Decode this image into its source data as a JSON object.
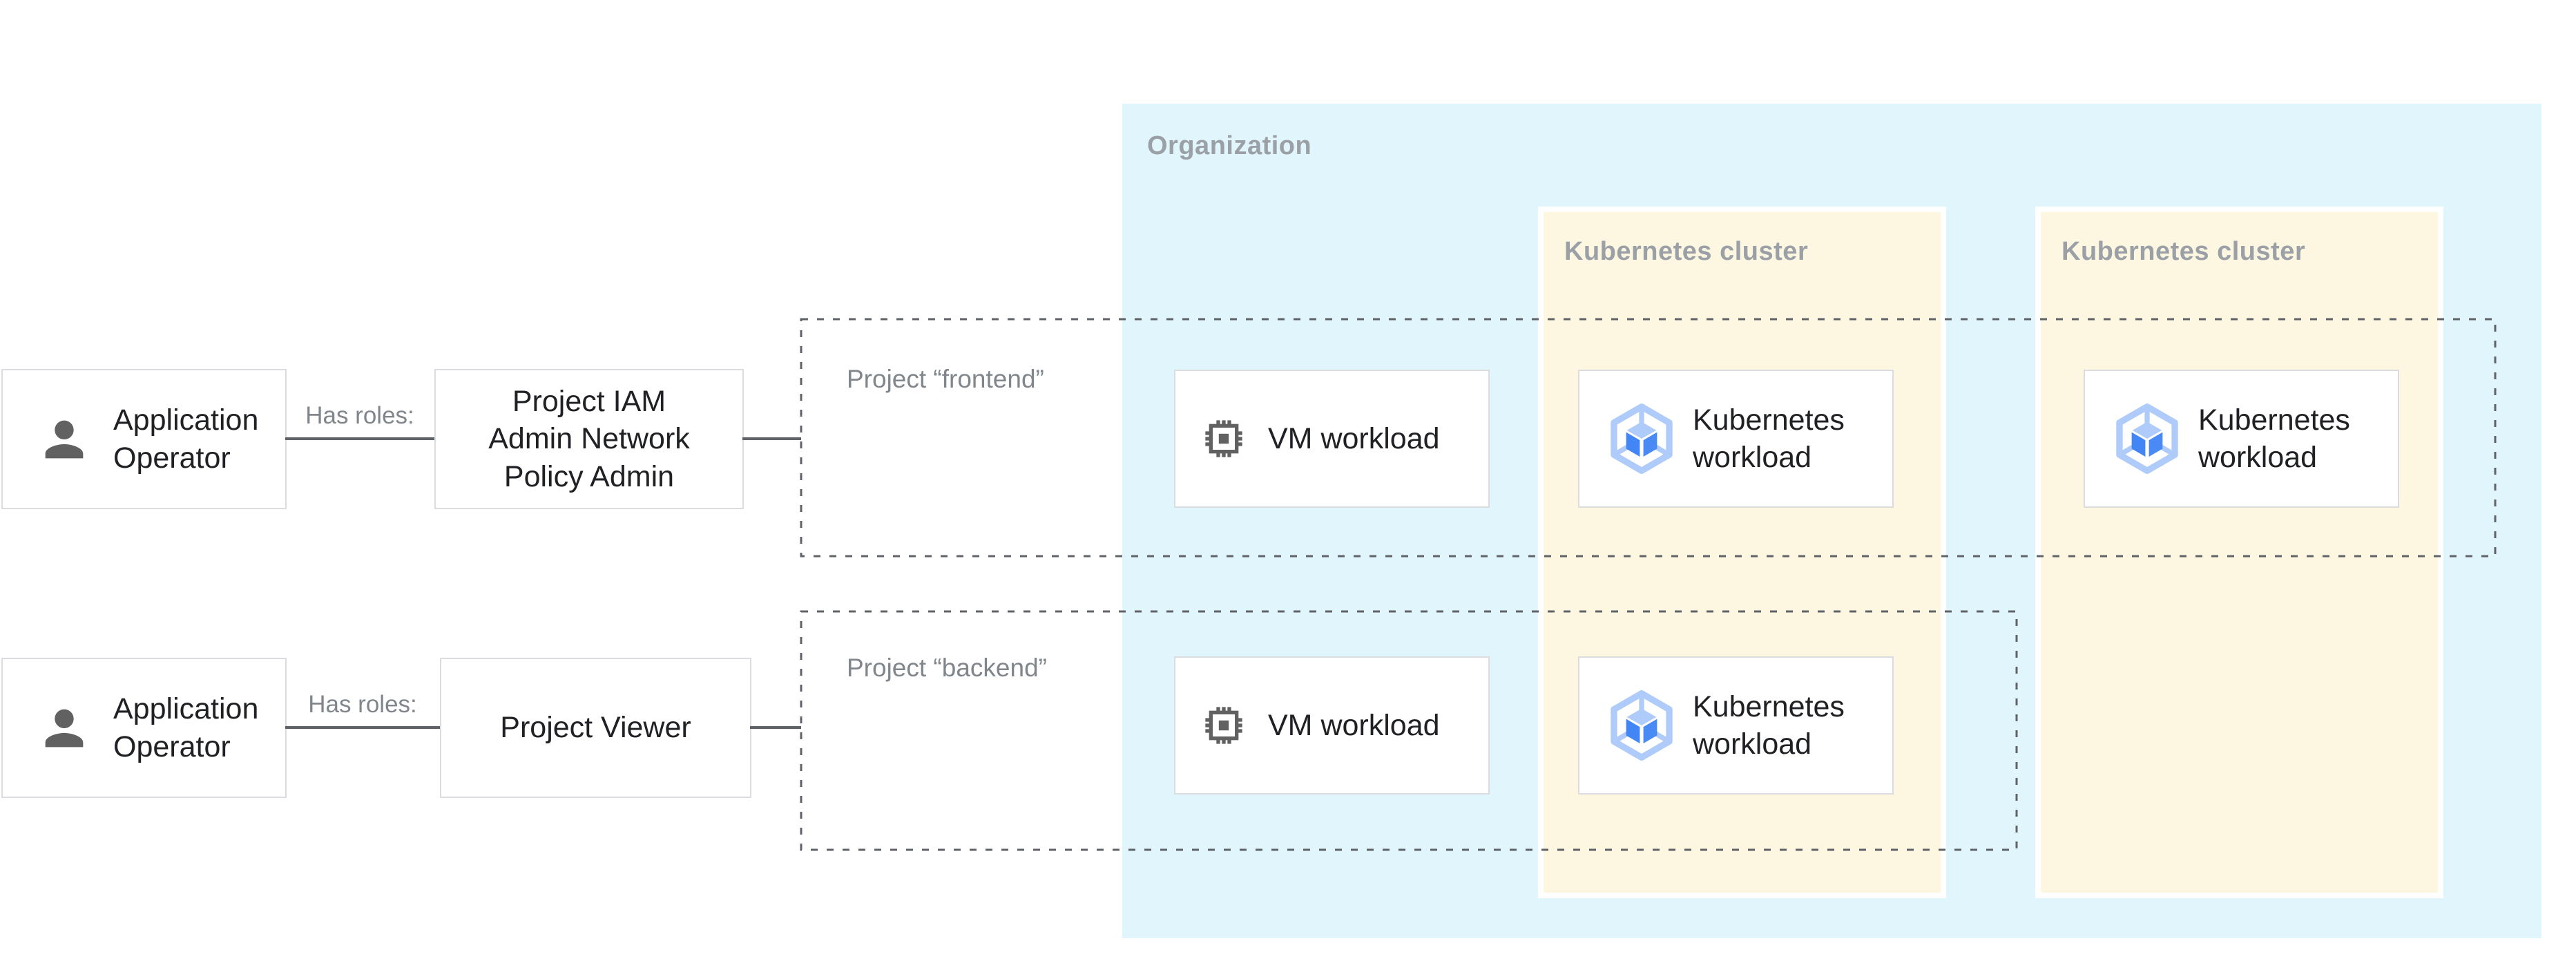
{
  "organization": {
    "label": "Organization"
  },
  "clusters": [
    {
      "label": "Kubernetes cluster"
    },
    {
      "label": "Kubernetes cluster"
    }
  ],
  "actors": [
    {
      "label": "Application Operator",
      "relation": "Has roles:",
      "role": "Project IAM Admin Network Policy Admin"
    },
    {
      "label": "Application Operator",
      "relation": "Has roles:",
      "role": "Project Viewer"
    }
  ],
  "projects": [
    {
      "label": "Project “frontend”",
      "workloads": [
        {
          "type": "vm",
          "label": "VM workload"
        },
        {
          "type": "kubernetes",
          "label": "Kubernetes workload"
        },
        {
          "type": "kubernetes",
          "label": "Kubernetes workload"
        }
      ]
    },
    {
      "label": "Project “backend”",
      "workloads": [
        {
          "type": "vm",
          "label": "VM workload"
        },
        {
          "type": "kubernetes",
          "label": "Kubernetes workload"
        }
      ]
    }
  ],
  "icons": {
    "actor": "person-icon",
    "vm": "chip-icon",
    "kubernetes": "gke-hexagon-icon"
  },
  "colors": {
    "organization_bg": "#e1f6fc",
    "cluster_bg": "#fdf7e2",
    "container_label_gray": "#9aa0a6",
    "project_label_gray": "#80868b",
    "connector_gray": "#5f6368",
    "card_border": "#dadce0",
    "card_text": "#202124",
    "icon_gray": "#616161",
    "k8s_light_blue": "#aecbfa",
    "k8s_blue": "#4285f4"
  }
}
